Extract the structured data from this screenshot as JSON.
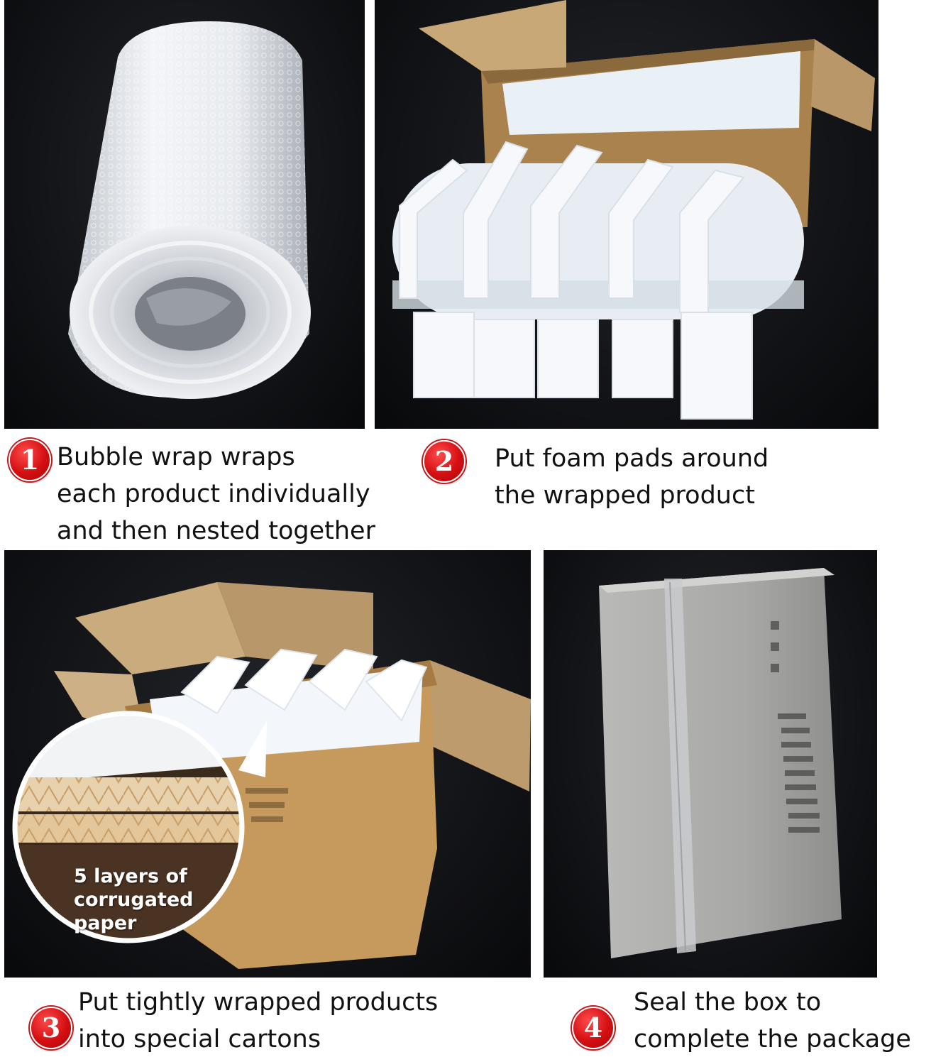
{
  "steps": [
    {
      "number": "1",
      "photo_icon": "bubble-wrap-roll-icon",
      "caption_lines": [
        "Bubble wrap wraps",
        "each product individually",
        "and then nested together"
      ]
    },
    {
      "number": "2",
      "photo_icon": "foam-pads-icon",
      "caption_lines": [
        "Put foam pads around",
        "the wrapped product"
      ]
    },
    {
      "number": "3",
      "photo_icon": "open-carton-icon",
      "caption_lines": [
        "Put tightly wrapped products",
        "into special cartons"
      ],
      "inset_label_lines": [
        "5 layers of",
        "corrugated",
        "paper"
      ]
    },
    {
      "number": "4",
      "photo_icon": "sealed-box-icon",
      "caption_lines": [
        "Seal the box to",
        "complete the package"
      ]
    }
  ],
  "colors": {
    "badge_red": "#d40f12",
    "photo_background": "#101114",
    "carton_kraft": "#c59a5c",
    "foam_white": "#f2f4f7"
  }
}
